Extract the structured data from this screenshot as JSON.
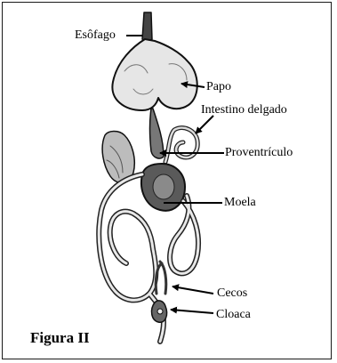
{
  "labels": {
    "esofago": "Esôfago",
    "papo": "Papo",
    "intestino_delgado": "Intestino delgado",
    "proventriculo": "Proventrículo",
    "moela": "Moela",
    "cecos": "Cecos",
    "cloaca": "Cloaca"
  },
  "caption": "Figura II"
}
